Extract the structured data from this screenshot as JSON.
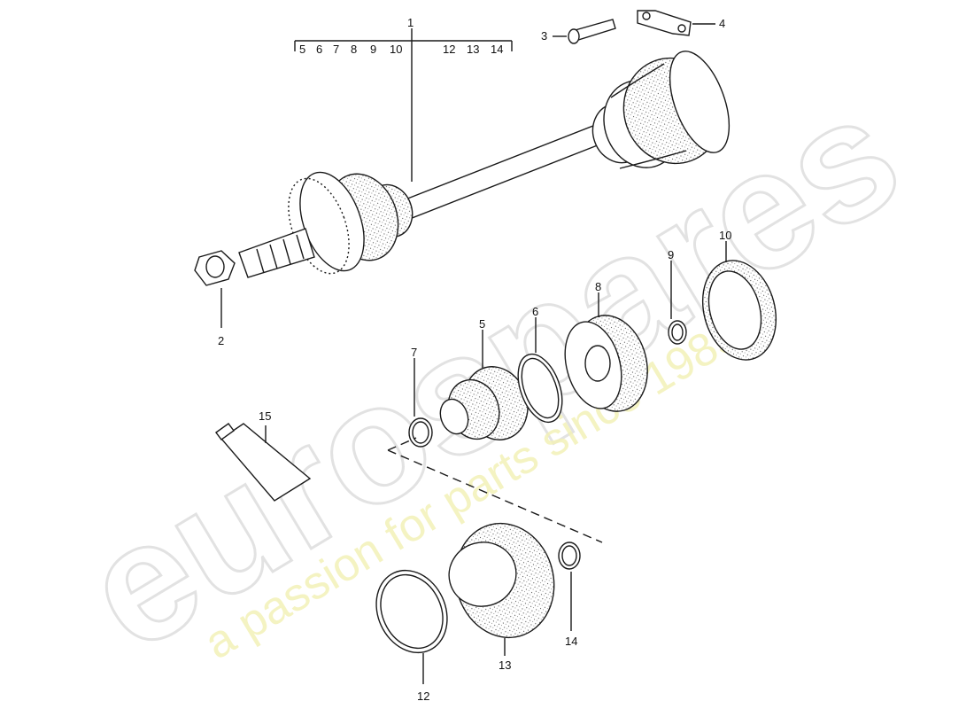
{
  "diagram": {
    "callouts": [
      {
        "id": "c1",
        "text": "1"
      },
      {
        "id": "c2",
        "text": "2"
      },
      {
        "id": "c3",
        "text": "3"
      },
      {
        "id": "c4",
        "text": "4"
      },
      {
        "id": "c5",
        "text": "5"
      },
      {
        "id": "c6",
        "text": "6"
      },
      {
        "id": "c7",
        "text": "7"
      },
      {
        "id": "c8",
        "text": "8"
      },
      {
        "id": "c9",
        "text": "9"
      },
      {
        "id": "c10",
        "text": "10"
      },
      {
        "id": "c12",
        "text": "12"
      },
      {
        "id": "c13",
        "text": "13"
      },
      {
        "id": "c14",
        "text": "14"
      },
      {
        "id": "c15",
        "text": "15"
      }
    ],
    "group_bracket": {
      "left": [
        "5",
        "6",
        "7",
        "8",
        "9",
        "10"
      ],
      "right": [
        "12",
        "13",
        "14"
      ]
    }
  },
  "watermark": {
    "brand": "eurospares",
    "tagline": "a passion for parts since 1985",
    "colors": {
      "brand": "#e9e9e9",
      "tagline": "#f2f0b4"
    }
  }
}
